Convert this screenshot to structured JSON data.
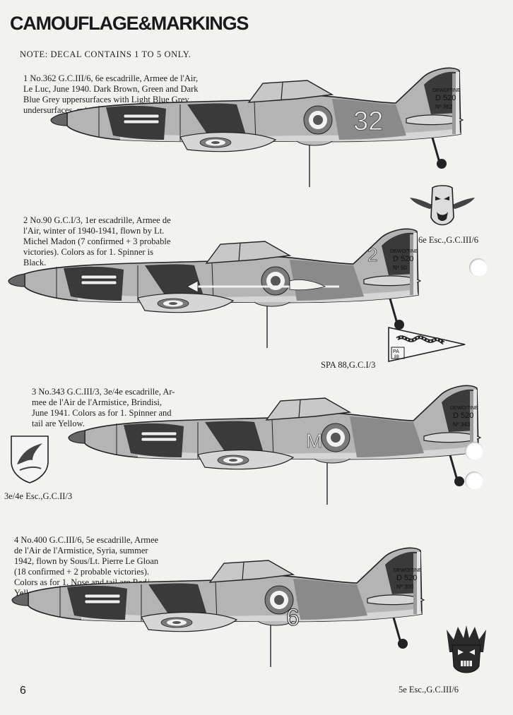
{
  "title": "CAMOUFLAGE&MARKINGS",
  "note": "NOTE: DECAL CONTAINS 1 TO 5 ONLY.",
  "page_number": "6",
  "profiles": [
    {
      "caption": "1 No.362 G.C.III/6, 6e escadrille, Armee de l'Air,\nLe Luc, June 1940. Dark Brown, Green and Dark\nBlue Grey uppersurfaces with Light Blue Grey\nundersurfaces. spinner is Yellow.",
      "fuselage_code": "32",
      "tail_lines": [
        "DEWOITINE",
        "D 520",
        "Nº 362"
      ]
    },
    {
      "caption": "2 No.90 G.C.I/3, 1er escadrille, Armee de\nl'Air, winter of 1940-1941, flown by Lt.\nMichel Madon (7 confirmed + 3 probable\nvictories). Colors as for 1. Spinner is\nBlack.",
      "fuselage_code": "2",
      "tail_lines": [
        "DEWOITINE",
        "D 520",
        "Nº 90"
      ]
    },
    {
      "caption": "3 No.343 G.C.III/3, 3e/4e escadrille, Ar-\nmee de l'Air de l'Armistice, Brindisi,\nJune 1941. Colors as for 1. Spinner and\ntail are Yellow.",
      "fuselage_code": "M",
      "tail_lines": [
        "DEWOITINE",
        "D 520",
        "Nº 343"
      ]
    },
    {
      "caption": "4 No.400 G.C.III/6, 5e escadrille, Armee\nde l'Air de l'Armistice, Syria, summer\n1942, flown by Sous/Lt. Pierre Le Gloan\n(18 confirmed + 2 probable victories).\nColors as for 1. Nose and tail are Red/\nYellow stripes.",
      "fuselage_code": "6",
      "tail_lines": [
        "DEWOITINE",
        "D 520",
        "Nº 300"
      ]
    }
  ],
  "emblems": [
    {
      "label": "6e Esc.,G.C.III/6"
    },
    {
      "label": "SPA 88,G.C.I/3",
      "pennant_text": [
        "PA",
        "88"
      ]
    },
    {
      "label": "3e/4e Esc.,G.C.II/3"
    },
    {
      "label": "5e Esc.,G.C.III/6"
    }
  ],
  "colors": {
    "paper": "#f2f2f0",
    "ink": "#1e1e1e",
    "dark_camo": "#3a3a3a",
    "mid_camo": "#8a8a8a",
    "light_camo": "#b4b4b4",
    "underside": "#d6d6d6"
  }
}
